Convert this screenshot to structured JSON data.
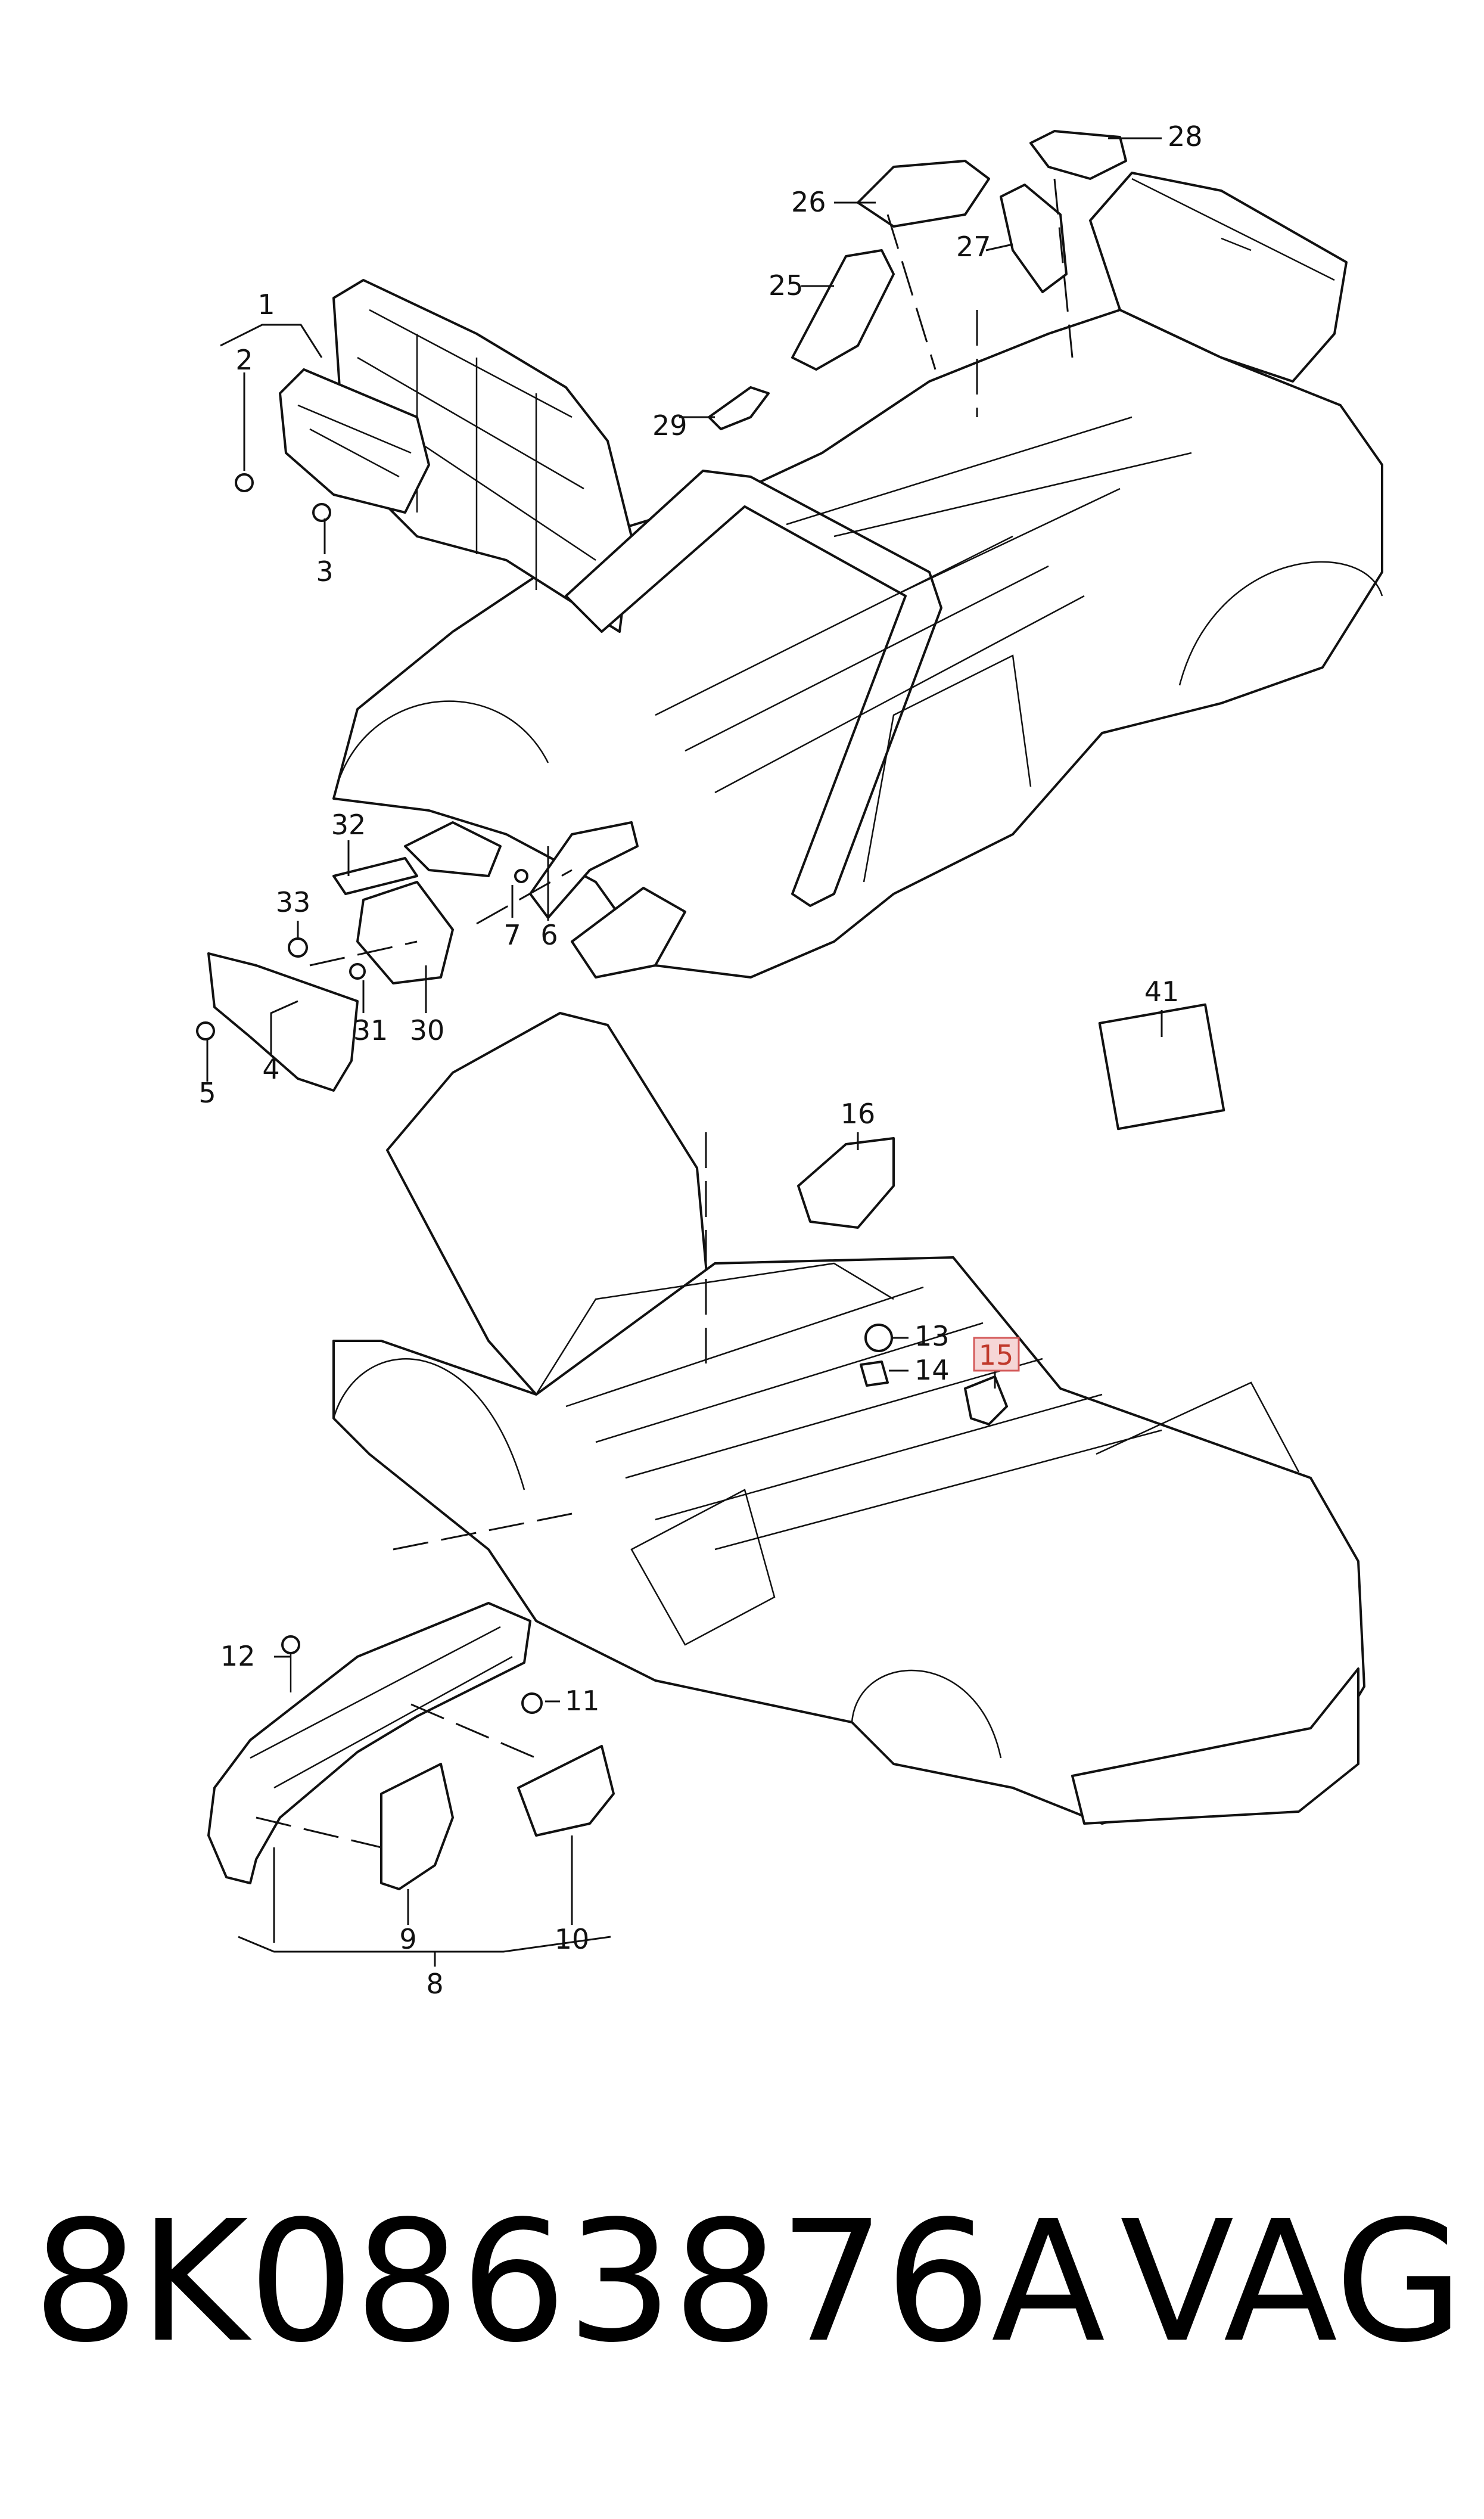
{
  "callouts": {
    "c1": "1",
    "c2": "2",
    "c3": "3",
    "c4": "4",
    "c5": "5",
    "c6": "6",
    "c7": "7",
    "c8": "8",
    "c9": "9",
    "c10": "10",
    "c11": "11",
    "c12": "12",
    "c13": "13",
    "c14": "14",
    "c15": "15",
    "c16": "16",
    "c25": "25",
    "c26": "26",
    "c27": "27",
    "c28": "28",
    "c29": "29",
    "c30": "30",
    "c31": "31",
    "c32": "32",
    "c33": "33",
    "c41": "41"
  },
  "highlighted_callout": "15",
  "highlight_color": "#d45a5a",
  "footer": {
    "part_number": "8K0863876A",
    "brand": "VAG"
  }
}
